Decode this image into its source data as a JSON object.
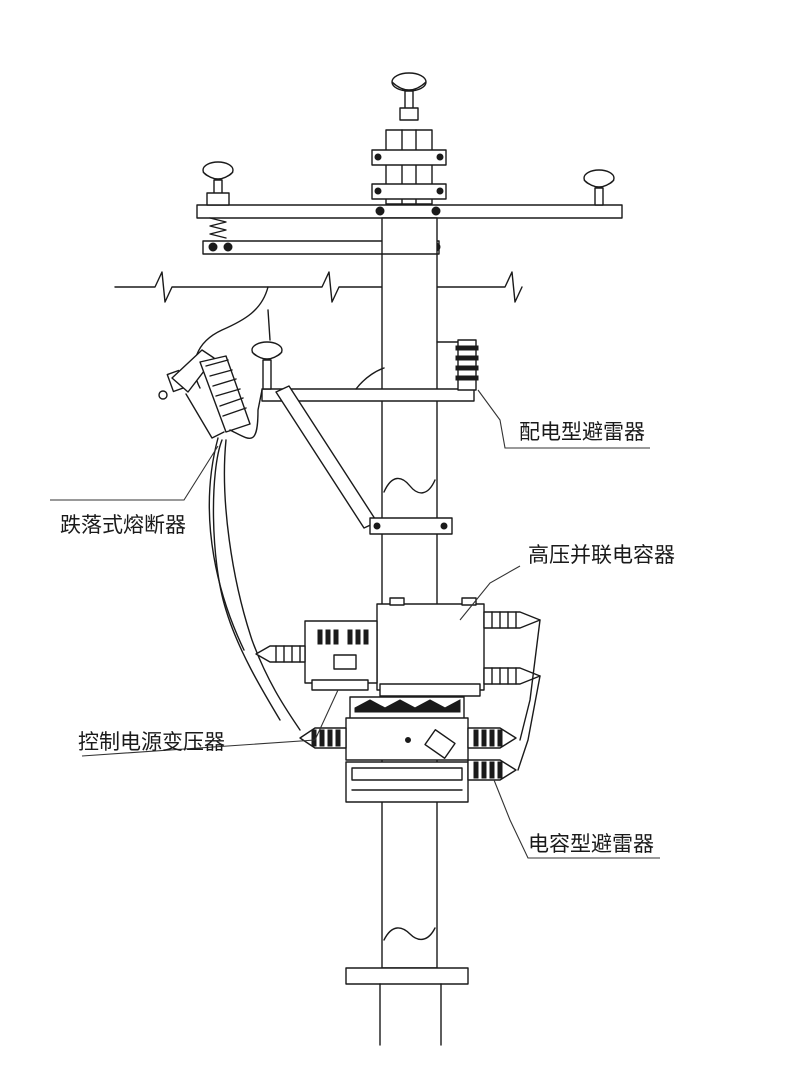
{
  "labels": {
    "distribution_arrester": "配电型避雷器",
    "drop_out_fuse": "跌落式熔断器",
    "hv_shunt_capacitor": "高压并联电容器",
    "control_power_transformer": "控制电源变压器",
    "capacitor_arrester": "电容型避雷器"
  },
  "colors": {
    "line": "#1a1a1a",
    "background": "#ffffff"
  }
}
